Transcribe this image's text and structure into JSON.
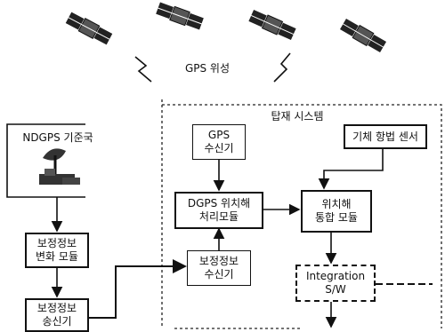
{
  "satellite_label": "GPS 위성",
  "onboard_system_label": "탑재 시스템",
  "ground_station": {
    "label": "NDGPS 기준국"
  },
  "correction_convert": {
    "line1": "보정정보",
    "line2": "변화 모듈"
  },
  "correction_transmitter": {
    "line1": "보정정보",
    "line2": "송신기"
  },
  "correction_receiver": {
    "line1": "보정정보",
    "line2": "수신기"
  },
  "gps_receiver": {
    "line1": "GPS",
    "line2": "수신기"
  },
  "dgps_module": {
    "line1": "DGPS 위치해",
    "line2": "처리모듈"
  },
  "airframe_sensor": {
    "label": "기체 항법 센서"
  },
  "fusion_module": {
    "line1": "위치해",
    "line2": "통합 모듈"
  },
  "integration_sw": {
    "line1": "Integration",
    "line2": "S/W"
  }
}
